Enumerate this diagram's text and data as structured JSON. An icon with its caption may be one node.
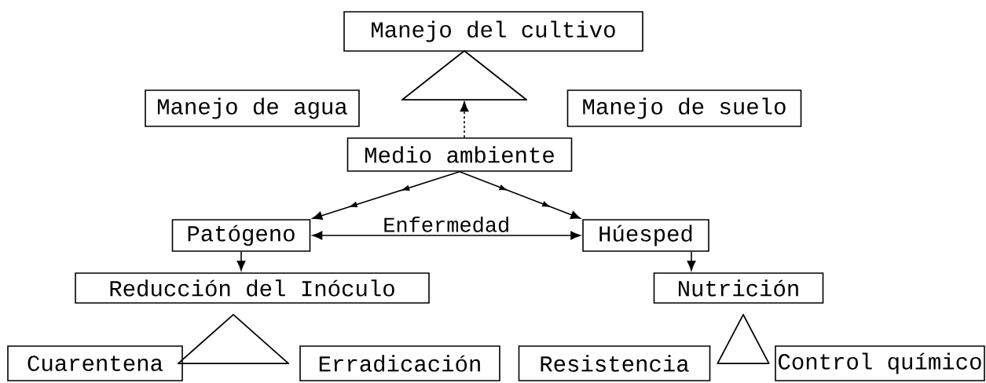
{
  "diagram": {
    "nodes": [
      {
        "text": [
          "Manejo del cultivo"
        ]
      },
      {
        "text": [
          "Manejo de agua"
        ]
      },
      {
        "text": [],
        "shape": "triangle"
      },
      {
        "text": [
          "Manejo de suelo"
        ]
      },
      {
        "text": [
          "Medio ambiente"
        ]
      },
      {
        "text": [
          "Patógeno"
        ]
      },
      {
        "text": [
          "Húesped"
        ]
      },
      {
        "text": [
          "Reducción del Inóculo"
        ]
      },
      {
        "text": [
          "Nutrición"
        ]
      },
      {
        "text": [],
        "shape": "triangle"
      },
      {
        "text": [],
        "shape": "triangle"
      },
      {
        "text": [
          "Cuarentena"
        ]
      },
      {
        "text": [
          "Erradicación"
        ]
      },
      {
        "text": [
          "Resistencia"
        ]
      },
      {
        "text": [
          "Control químico"
        ]
      }
    ],
    "edges": [
      {
        "from": 4,
        "to": 2,
        "arrow": "to",
        "style": "dashed"
      },
      {
        "from": 4,
        "to": 5,
        "arrow": "to"
      },
      {
        "from": 4,
        "to": 6,
        "arrow": "to"
      },
      {
        "from": 5,
        "to": 6,
        "arrow": "both",
        "label": "Enfermedad"
      },
      {
        "from": 5,
        "to": 7,
        "arrow": "to"
      },
      {
        "from": 6,
        "to": 8,
        "arrow": "to"
      }
    ]
  }
}
